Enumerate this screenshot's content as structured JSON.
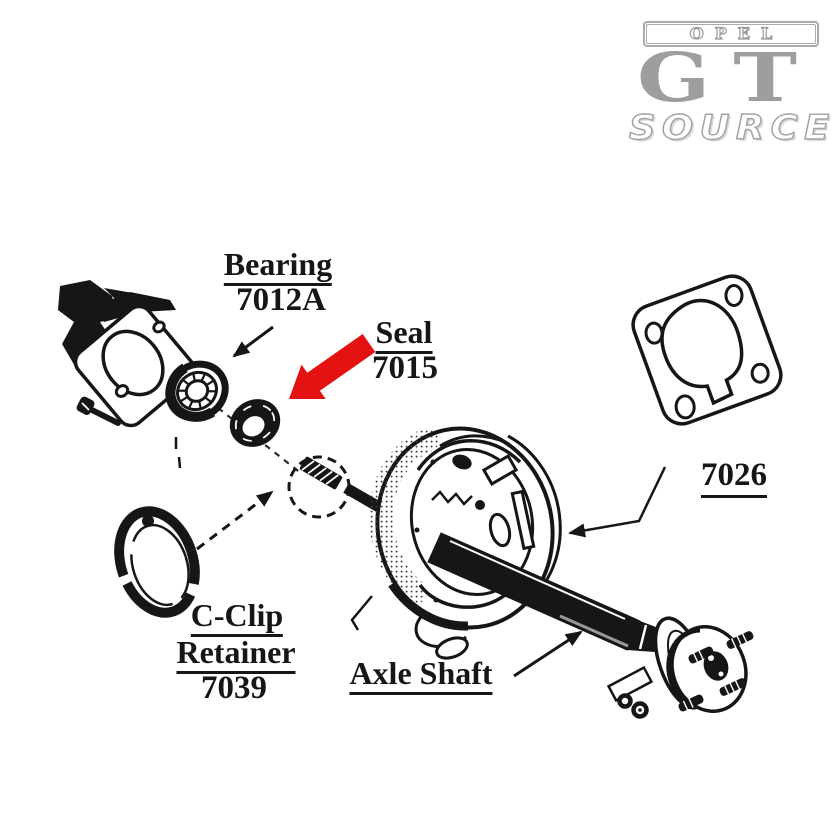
{
  "logo": {
    "brand": "OPEL",
    "model": "GT",
    "suffix": "SOURCE"
  },
  "labels": {
    "bearing": {
      "name": "Bearing",
      "number": "7012A"
    },
    "seal": {
      "name": "Seal",
      "number": "7015"
    },
    "cclip": {
      "name_line1": "C-Clip",
      "name_line2": "Retainer",
      "number": "7039"
    },
    "axle_shaft": {
      "name": "Axle Shaft"
    },
    "gasket": {
      "number": "7026"
    }
  },
  "colors": {
    "ink": "#161616",
    "callout_red": "#e51212",
    "logo_gray": "#9e9e9e",
    "background": "#ffffff"
  }
}
